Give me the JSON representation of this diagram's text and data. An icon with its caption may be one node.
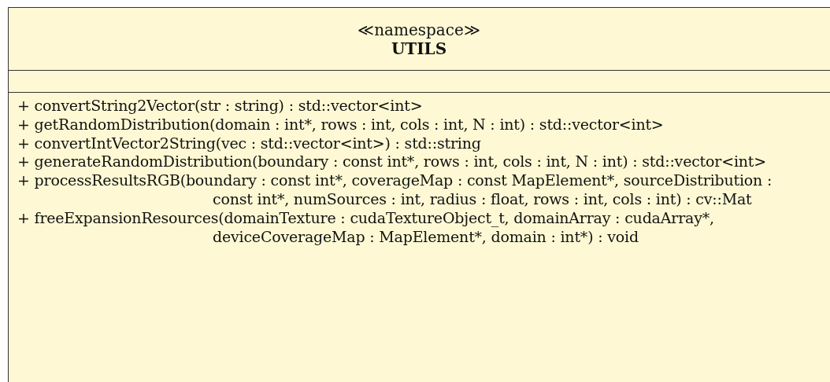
{
  "diagram": {
    "nodes": [
      {
        "text": [
          "≪namespace≫",
          "UTILS"
        ]
      },
      {
        "text": [],
        "shape": "box",
        "in": 0
      },
      {
        "text": [
          "+ convertString2Vector(str : string) : std::vector<int>",
          "+ getRandomDistribution(domain : int*, rows : int, cols : int, N : int) : std::vector<int>",
          "+ convertIntVector2String(vec : std::vector<int>) : std::string",
          "+ generateRandomDistribution(boundary : const int*, rows : int, cols : int, N : int) : std::vector<int>",
          "+ processResultsRGB(boundary : const int*, coverageMap : const MapElement*, sourceDistribution : const int*, numSources : int, radius : float, rows : int, cols : int) : cv::Mat",
          "+ freeExpansionResources(domainTexture : cudaTextureObject_t, domainArray : cudaArray*, deviceCoverageMap : MapElement*, domain : int*) : void"
        ],
        "in": 0
      }
    ]
  }
}
